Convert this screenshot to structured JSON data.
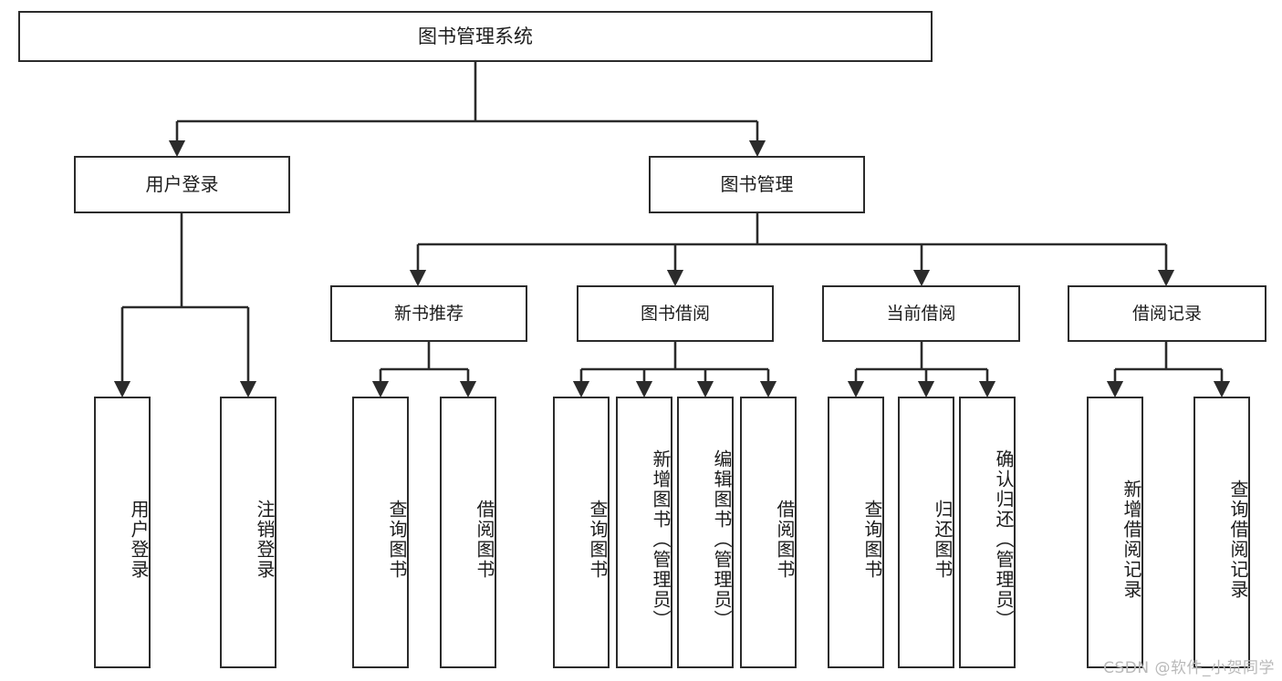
{
  "diagram": {
    "title": "图书管理系统",
    "root": {
      "label": "图书管理系统"
    },
    "level1": [
      {
        "label": "用户登录"
      },
      {
        "label": "图书管理"
      }
    ],
    "level2": [
      {
        "label": "新书推荐"
      },
      {
        "label": "图书借阅"
      },
      {
        "label": "当前借阅"
      },
      {
        "label": "借阅记录"
      }
    ],
    "leaves": {
      "user_login": [
        {
          "label": "用户登录"
        },
        {
          "label": "注销登录"
        }
      ],
      "new_book_recommend": [
        {
          "label": "查询图书"
        },
        {
          "label": "借阅图书"
        }
      ],
      "book_borrow": [
        {
          "label": "查询图书"
        },
        {
          "label": "新增图书（管理员）"
        },
        {
          "label": "编辑图书（管理员）"
        },
        {
          "label": "借阅图书"
        }
      ],
      "current_borrow": [
        {
          "label": "查询图书"
        },
        {
          "label": "归还图书"
        },
        {
          "label": "确认归还（管理员）"
        }
      ],
      "borrow_records": [
        {
          "label": "新增借阅记录"
        },
        {
          "label": "查询借阅记录"
        }
      ]
    }
  },
  "watermark": {
    "text": "CSDN @软件_小贺同学"
  },
  "colors": {
    "stroke": "#2b2b2b",
    "background": "#ffffff",
    "text": "#1c1c1c",
    "watermark": "#b9b9b9"
  }
}
